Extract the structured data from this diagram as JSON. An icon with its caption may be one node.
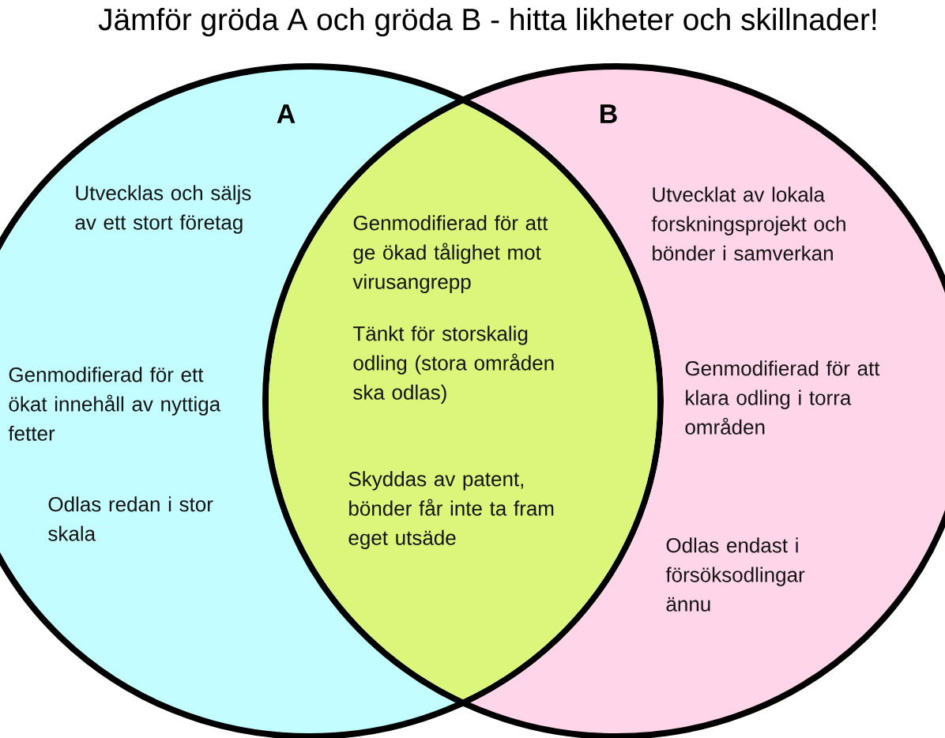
{
  "diagram": {
    "title": "Jämför gröda A och gröda B - hitta likheter och skillnader!",
    "nodes": [
      {
        "text": [
          "A",
          "Utvecklas och säljs av ett stort företag",
          "Genmodifierad för ett ökat innehåll av nyttiga fetter",
          "Odlas redan i stor skala"
        ]
      },
      {
        "text": [
          "B",
          "Utvecklat av lokala forskningsprojekt och bönder i samverkan",
          "Genmodifierad för att klara odling i torra områden",
          "Odlas endast i försöksodlingar ännu"
        ]
      },
      {
        "text": [
          "Genmodifierad för att ge ökad tålighet mot virusangrepp",
          "Tänkt för storskalig odling (stora områden ska odlas)",
          "Skyddas av patent, bönder får inte ta fram eget utsäde"
        ]
      }
    ]
  }
}
